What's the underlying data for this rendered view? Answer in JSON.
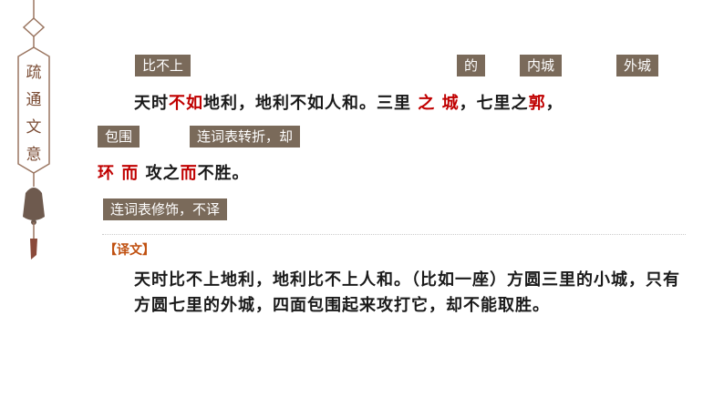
{
  "side_label": [
    "疏",
    "通",
    "文",
    "意"
  ],
  "line1": {
    "seg1": "天时",
    "seg2": "不如",
    "seg3": "地利，地利不如人和。三里",
    "seg4": "之",
    "seg5": "城",
    "seg6": "，七里之",
    "seg7": "郭",
    "seg8": "，"
  },
  "line2": {
    "seg1": "环",
    "seg2": "而",
    "seg3": "攻之",
    "seg4": "而",
    "seg5": "不胜。"
  },
  "tags": {
    "bibushang": "比不上",
    "de": "的",
    "neicheng": "内城",
    "waicheng": "外城",
    "baowei": "包围",
    "zhuanzhe": "连词表转折，却",
    "xiushi": "连词表修饰，不译"
  },
  "translation": {
    "label": "【译文】",
    "text": "天时比不上地利，地利比不上人和。（比如一座）方圆三里的小城，只有方圆七里的外城，四面包围起来攻打它，却不能取胜。"
  },
  "colors": {
    "accent": "#c00000",
    "tag_bg": "#7a6a5a",
    "ornament": "#7a4b33"
  }
}
